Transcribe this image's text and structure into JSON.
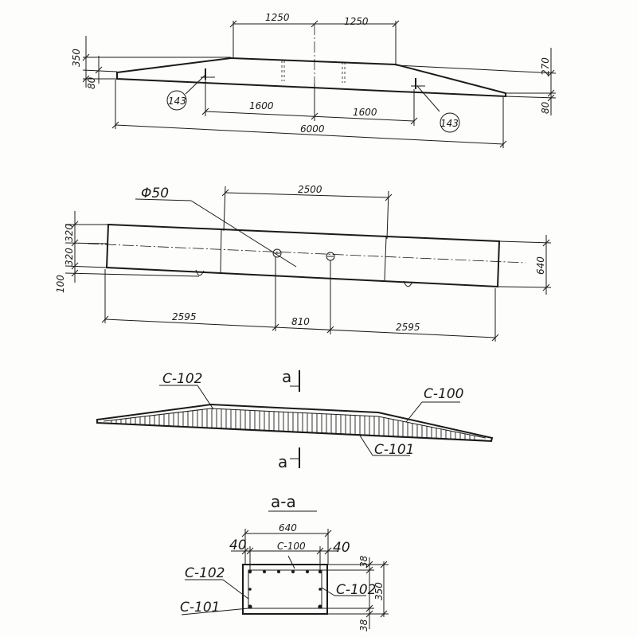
{
  "elevation": {
    "dims": [
      "1250",
      "1250",
      "350",
      "80",
      "270",
      "80",
      "1600",
      "1600",
      "6000"
    ],
    "marks": [
      "143",
      "143"
    ]
  },
  "plan": {
    "dims": [
      "2500",
      "320",
      "320",
      "100",
      "640",
      "2595",
      "810",
      "2595"
    ],
    "hole_label": "Φ50"
  },
  "reinforcement": {
    "labels": [
      "C-102",
      "C-100",
      "C-101"
    ],
    "section_mark": "a"
  },
  "section": {
    "title": "a-a",
    "dims": [
      "640",
      "40",
      "40",
      "38",
      "350",
      "38"
    ],
    "labels": [
      "C-100",
      "C-102",
      "C-102",
      "C-101"
    ]
  }
}
